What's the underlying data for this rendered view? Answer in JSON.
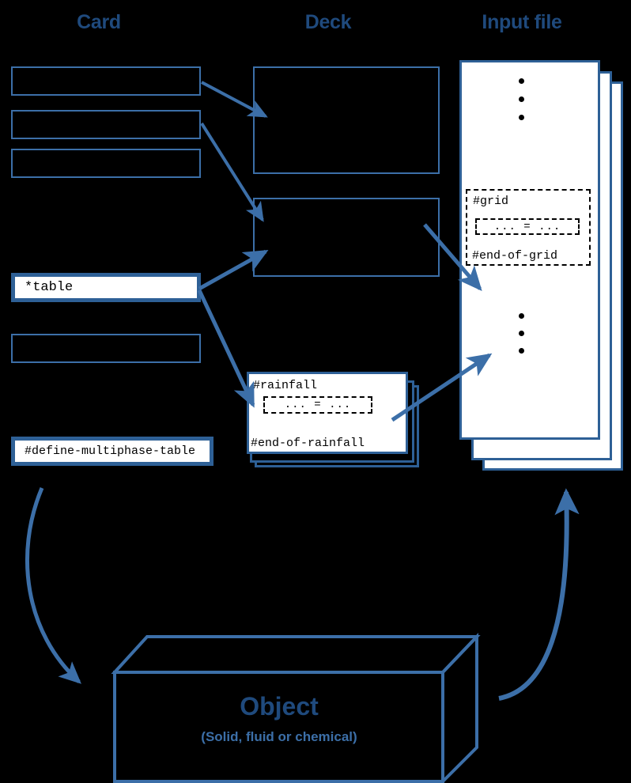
{
  "diagram": {
    "title": "Card / Deck / Input file / Object relationship diagram",
    "background_color": "#000000",
    "accent_color": "#3C6FA8",
    "heading_color": "#1F4A7D",
    "page_fill_color": "#FFFFFF"
  },
  "columns": [
    {
      "id": "card",
      "heading": "Card"
    },
    {
      "id": "deck",
      "heading": "Deck"
    },
    {
      "id": "input_file",
      "heading": "Input file"
    }
  ],
  "card_column": {
    "boxes": [
      {
        "label": "",
        "filled": false
      },
      {
        "label": "",
        "filled": false
      },
      {
        "label": "",
        "filled": false
      },
      {
        "label": "*table",
        "filled": true
      },
      {
        "label": "",
        "filled": false
      },
      {
        "label": "#define-multiphase-table",
        "filled": true
      }
    ]
  },
  "deck_column": {
    "boxes": [
      {
        "label": "",
        "filled": false
      },
      {
        "label": "",
        "filled": false
      }
    ],
    "card_stack": {
      "open_tag": "#rainfall",
      "body": "... = ...",
      "close_tag": "#end-of-rainfall"
    }
  },
  "input_file_column": {
    "pages": 3,
    "top_ellipsis": "⋮",
    "bottom_ellipsis": "⋮",
    "block": {
      "open_tag": "#grid",
      "body": "... = ...",
      "close_tag": "#end-of-grid"
    }
  },
  "object": {
    "title": "Object",
    "subtitle": "(Solid, fluid or chemical)"
  },
  "arrows": [
    {
      "from": "card-box-1",
      "to": "deck-box-1",
      "style": "straight"
    },
    {
      "from": "card-box-2",
      "to": "deck-box-2",
      "style": "straight"
    },
    {
      "from": "table-card",
      "to": "deck-box-2",
      "style": "straight"
    },
    {
      "from": "table-card",
      "to": "rainfall-card",
      "style": "straight"
    },
    {
      "from": "deck-box-2",
      "to": "input-file-grid-block",
      "style": "straight"
    },
    {
      "from": "rainfall-card",
      "to": "input-file-page",
      "style": "straight"
    },
    {
      "from": "define-multiphase-table-card",
      "to": "object",
      "style": "curved"
    },
    {
      "from": "object",
      "to": "input-file-stack",
      "style": "curved"
    }
  ]
}
